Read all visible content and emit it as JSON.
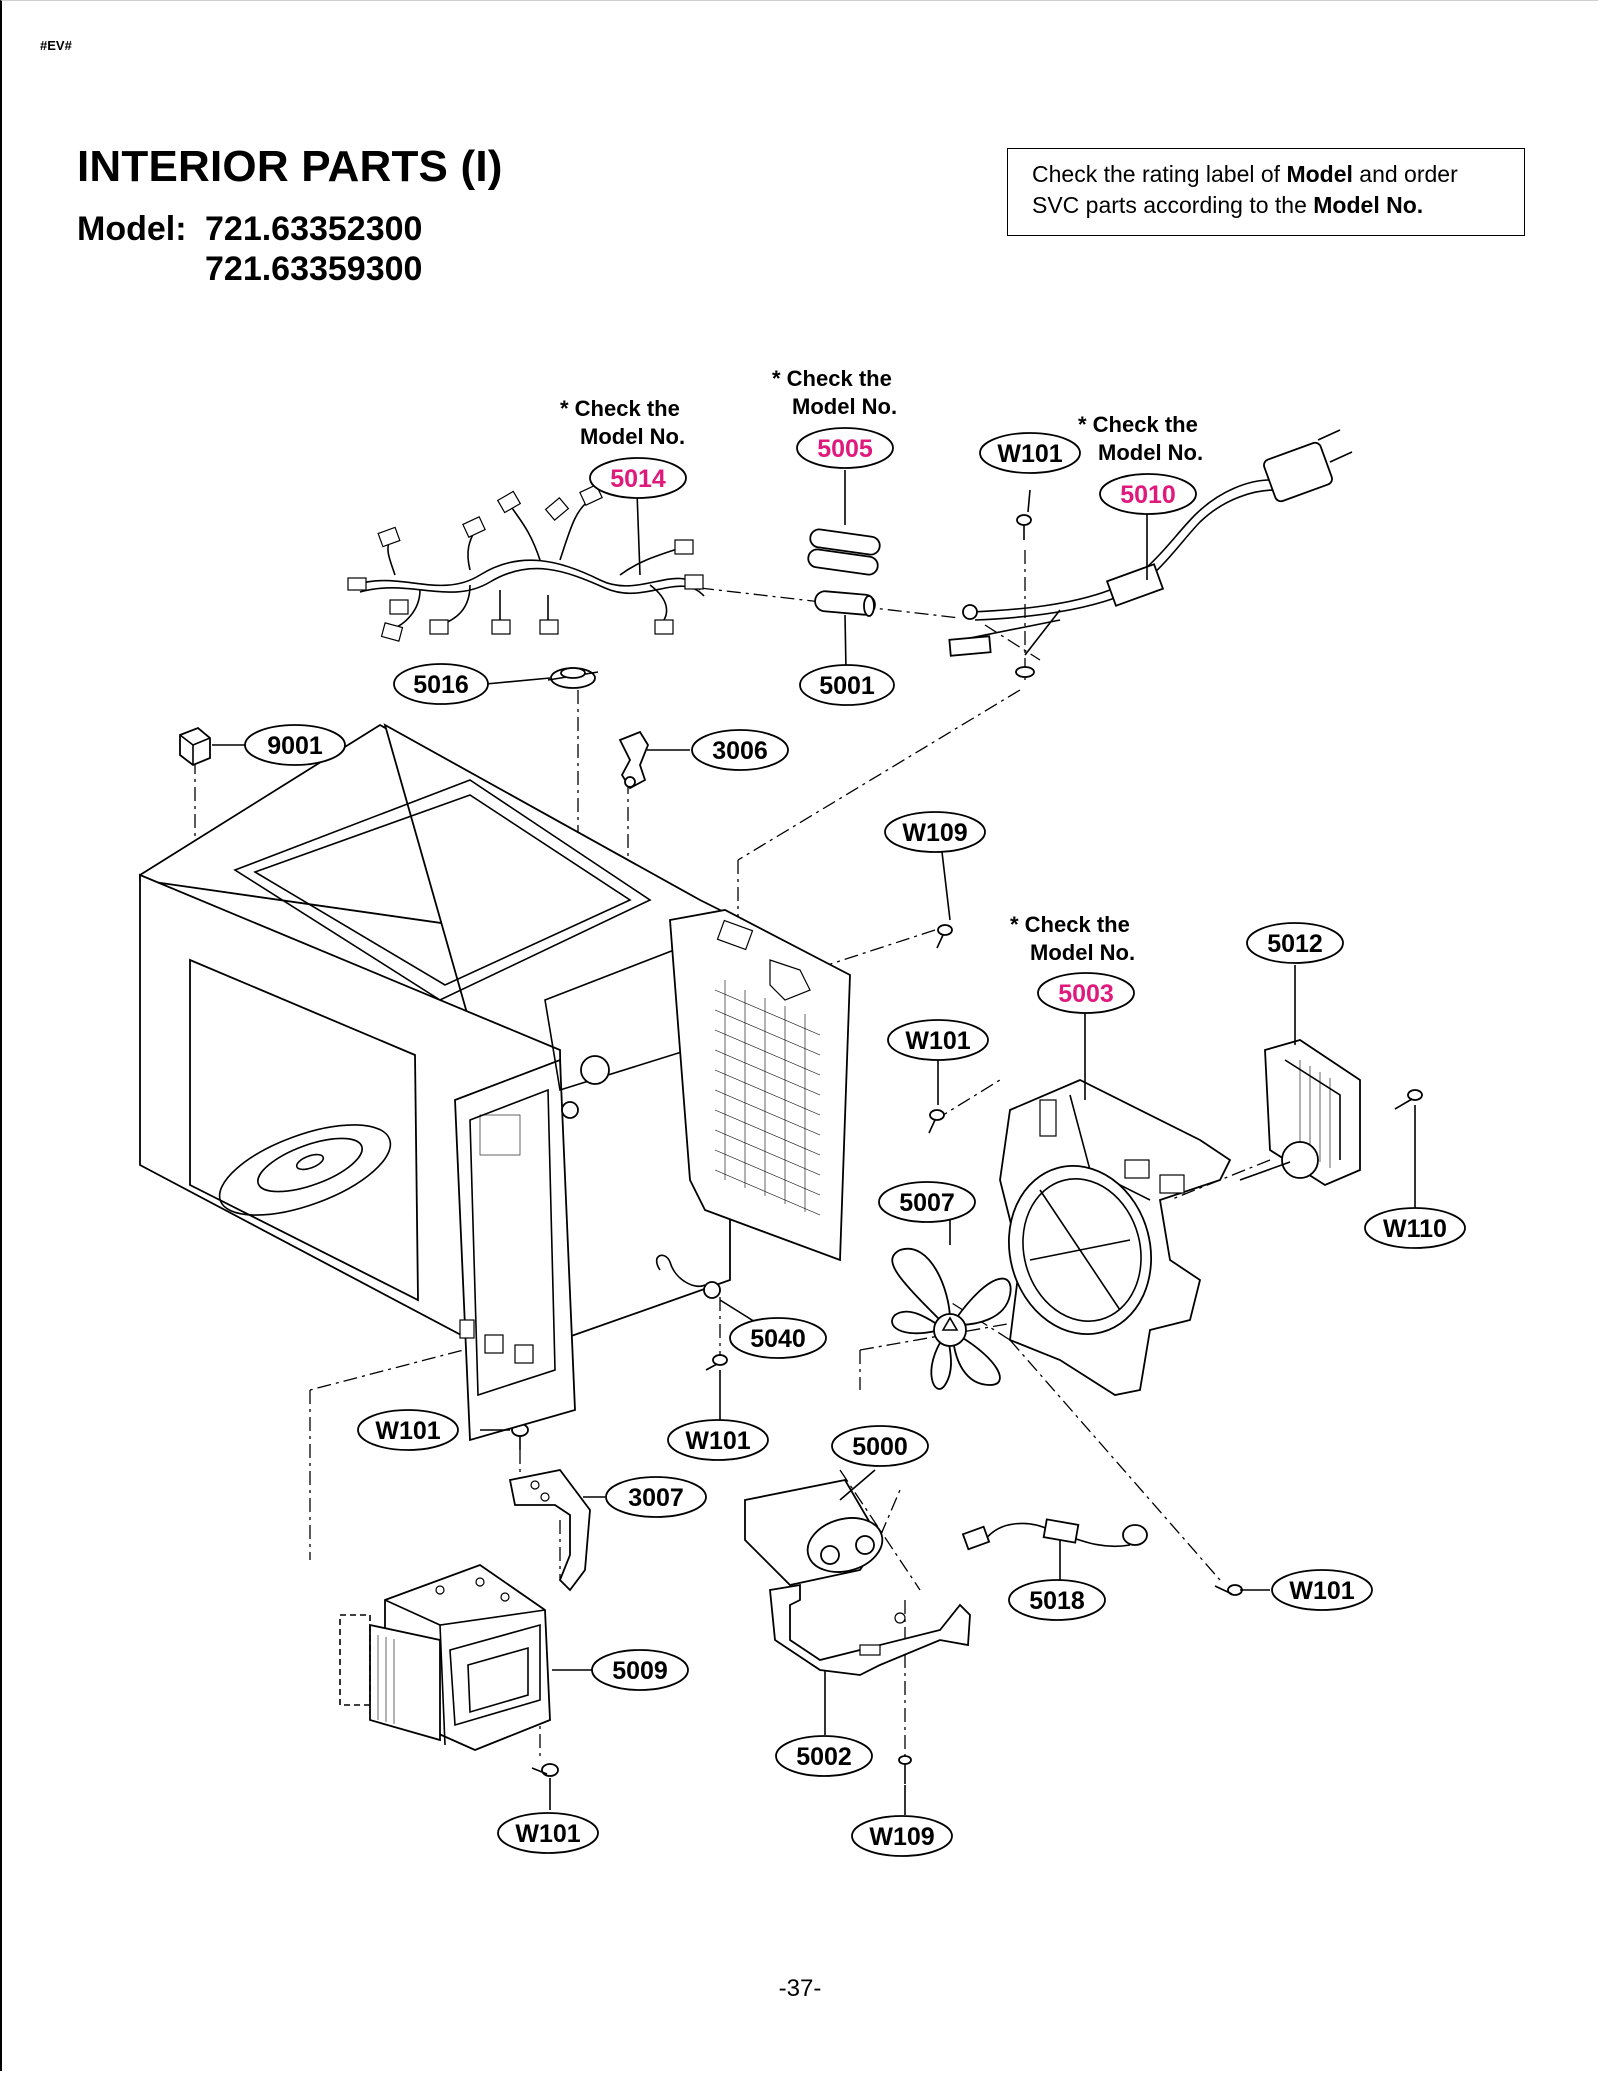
{
  "header": {
    "code": "#EV#",
    "title": "INTERIOR PARTS (I)",
    "model_label": "Model:",
    "models": [
      "721.63352300",
      "721.63359300"
    ]
  },
  "notice": {
    "line1_pre": "Check the rating label of ",
    "line1_bold": "Model",
    "line1_post": " and order",
    "line2_pre": "SVC parts according to the ",
    "line2_bold": "Model No."
  },
  "notes": {
    "n5014": [
      "* Check the",
      "Model No."
    ],
    "n5005": [
      "* Check the",
      "Model No."
    ],
    "n5010": [
      "* Check the",
      "Model No."
    ],
    "n5003": [
      "* Check the",
      "Model No."
    ]
  },
  "callouts": {
    "c5014": "5014",
    "c5005": "5005",
    "c5010": "5010",
    "c5003": "5003",
    "c5001": "5001",
    "c5016": "5016",
    "c9001": "9001",
    "c3006": "3006",
    "c5012": "5012",
    "c5007": "5007",
    "c5040": "5040",
    "c5000": "5000",
    "c3007": "3007",
    "c5009": "5009",
    "c5002": "5002",
    "c5018": "5018",
    "cW110": "W110",
    "cW101_top": "W101",
    "cW109_mid": "W109",
    "cW101_mid": "W101",
    "cW101_left": "W101",
    "cW101_center": "W101",
    "cW101_right": "W101",
    "cW101_bottom": "W101",
    "cW109_bottom": "W109"
  },
  "footer": {
    "page": "-37-"
  },
  "colors": {
    "pink_callout": "#e0197d",
    "ink": "#000000"
  }
}
